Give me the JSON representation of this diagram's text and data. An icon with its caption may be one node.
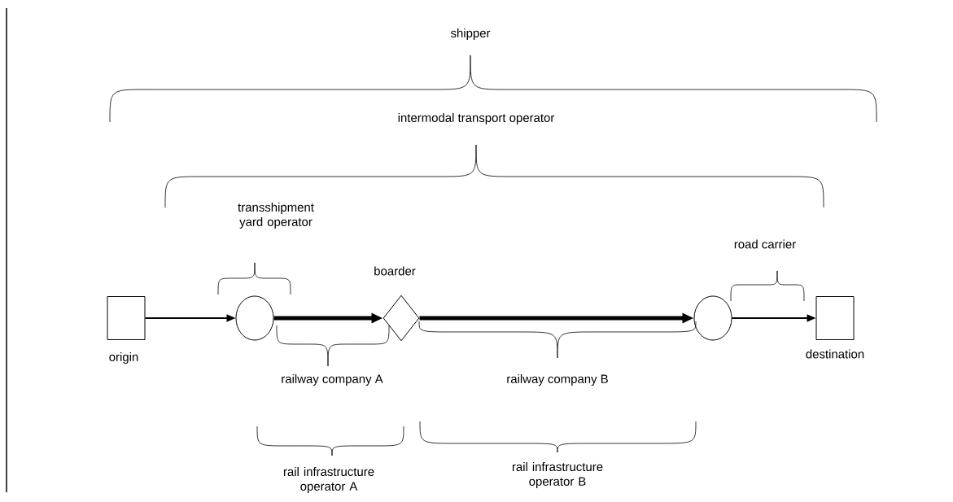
{
  "diagram": {
    "nodes": [
      {
        "text": [],
        "shape": "box",
        "beside": [
          "origin"
        ]
      },
      {
        "text": [],
        "shape": "circle"
      },
      {
        "text": [],
        "shape": "diamond",
        "beside": [
          "boarder"
        ]
      },
      {
        "text": [],
        "shape": "circle"
      },
      {
        "text": [],
        "shape": "box",
        "beside": [
          "destination"
        ]
      }
    ],
    "edges": [
      {
        "from": 0,
        "to": 1,
        "arrow": "to"
      },
      {
        "from": 1,
        "to": 2,
        "arrow": "to",
        "style": "thick"
      },
      {
        "from": 2,
        "to": 3,
        "arrow": "to",
        "style": "thick"
      },
      {
        "from": 3,
        "to": 4,
        "arrow": "to"
      }
    ],
    "labels": [
      "shipper",
      "intermodal transport operator",
      "transshipment yard operator",
      "road carrier",
      "railway company A",
      "railway company B",
      "rail infrastructure operator A",
      "rail infrastructure operator B"
    ]
  }
}
